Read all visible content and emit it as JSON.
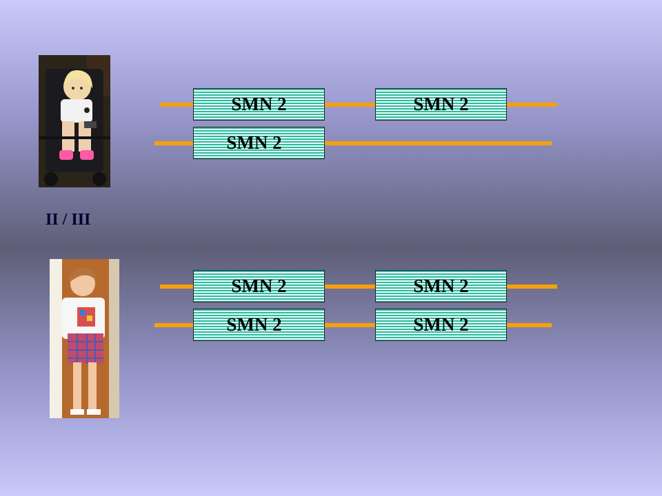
{
  "severity_label": "II / III",
  "colors": {
    "gene_stripe": "#2fb8a0",
    "chromosome_line": "#f5a00f"
  },
  "patient_1": {
    "photo": "child-in-wheelchair-photo",
    "chromosome_a": [
      "SMN 2",
      "SMN 2"
    ],
    "chromosome_b": [
      "SMN 2"
    ]
  },
  "patient_2": {
    "photo": "standing-child-photo",
    "chromosome_a": [
      "SMN 2",
      "SMN 2"
    ],
    "chromosome_b": [
      "SMN 2",
      "SMN 2"
    ]
  }
}
